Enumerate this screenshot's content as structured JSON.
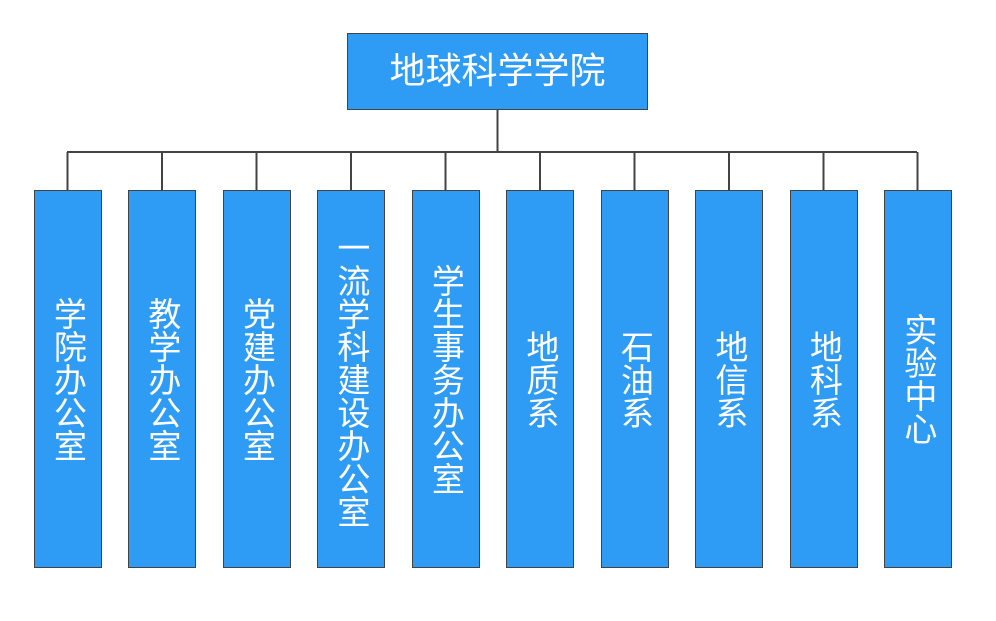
{
  "diagram": {
    "type": "organizational-chart",
    "title": "地球科学学院",
    "orientation": "top-down",
    "root": {
      "id": "root",
      "label": "地球科学学院",
      "text_direction": "horizontal",
      "fill_color": "#2E9BF5",
      "border_color": "#434343",
      "text_color": "#FFFFFF"
    },
    "connector": {
      "line_color": "#434343",
      "style": "orthogonal-bus"
    },
    "children": [
      {
        "id": "child-1",
        "label": "学院办公室",
        "category": "office",
        "text_direction": "vertical"
      },
      {
        "id": "child-2",
        "label": "教学办公室",
        "category": "office",
        "text_direction": "vertical"
      },
      {
        "id": "child-3",
        "label": "党建办公室",
        "category": "office",
        "text_direction": "vertical"
      },
      {
        "id": "child-4",
        "label": "一流学科建设办公室",
        "category": "office",
        "text_direction": "vertical"
      },
      {
        "id": "child-5",
        "label": "学生事务办公室",
        "category": "office",
        "text_direction": "vertical"
      },
      {
        "id": "child-6",
        "label": "地质系",
        "category": "department",
        "text_direction": "vertical"
      },
      {
        "id": "child-7",
        "label": "石油系",
        "category": "department",
        "text_direction": "vertical"
      },
      {
        "id": "child-8",
        "label": "地信系",
        "category": "department",
        "text_direction": "vertical"
      },
      {
        "id": "child-9",
        "label": "地科系",
        "category": "department",
        "text_direction": "vertical"
      },
      {
        "id": "child-10",
        "label": "实验中心",
        "category": "center",
        "text_direction": "vertical"
      }
    ]
  }
}
